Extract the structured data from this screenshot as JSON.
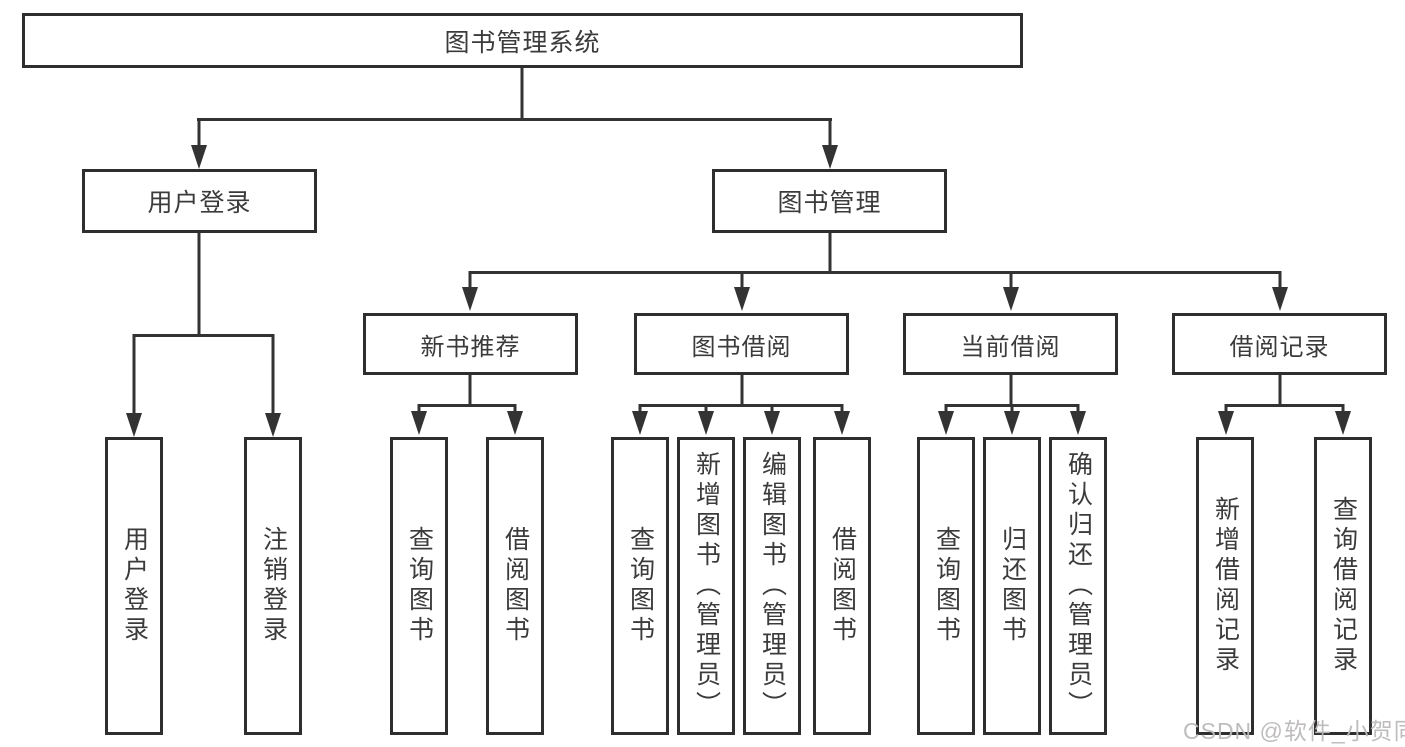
{
  "tree": {
    "root": "图书管理系统",
    "branches": [
      {
        "label": "用户登录",
        "children": [
          "用户登录",
          "注销登录"
        ]
      },
      {
        "label": "图书管理",
        "groups": [
          {
            "label": "新书推荐",
            "children": [
              "查询图书",
              "借阅图书"
            ]
          },
          {
            "label": "图书借阅",
            "children": [
              "查询图书",
              "新增图书（管理员）",
              "编辑图书（管理员）",
              "借阅图书"
            ]
          },
          {
            "label": "当前借阅",
            "children": [
              "查询图书",
              "归还图书",
              "确认归还（管理员）"
            ]
          },
          {
            "label": "借阅记录",
            "children": [
              "新增借阅记录",
              "查询借阅记录"
            ]
          }
        ]
      }
    ]
  },
  "watermark": {
    "text": "CSDN @软件_小贺同学"
  },
  "colors": {
    "line": "#333333",
    "box_border": "#2e2e2e",
    "text": "#3b3b3b",
    "watermark": "#bcb8b8",
    "background": "#ffffff"
  }
}
